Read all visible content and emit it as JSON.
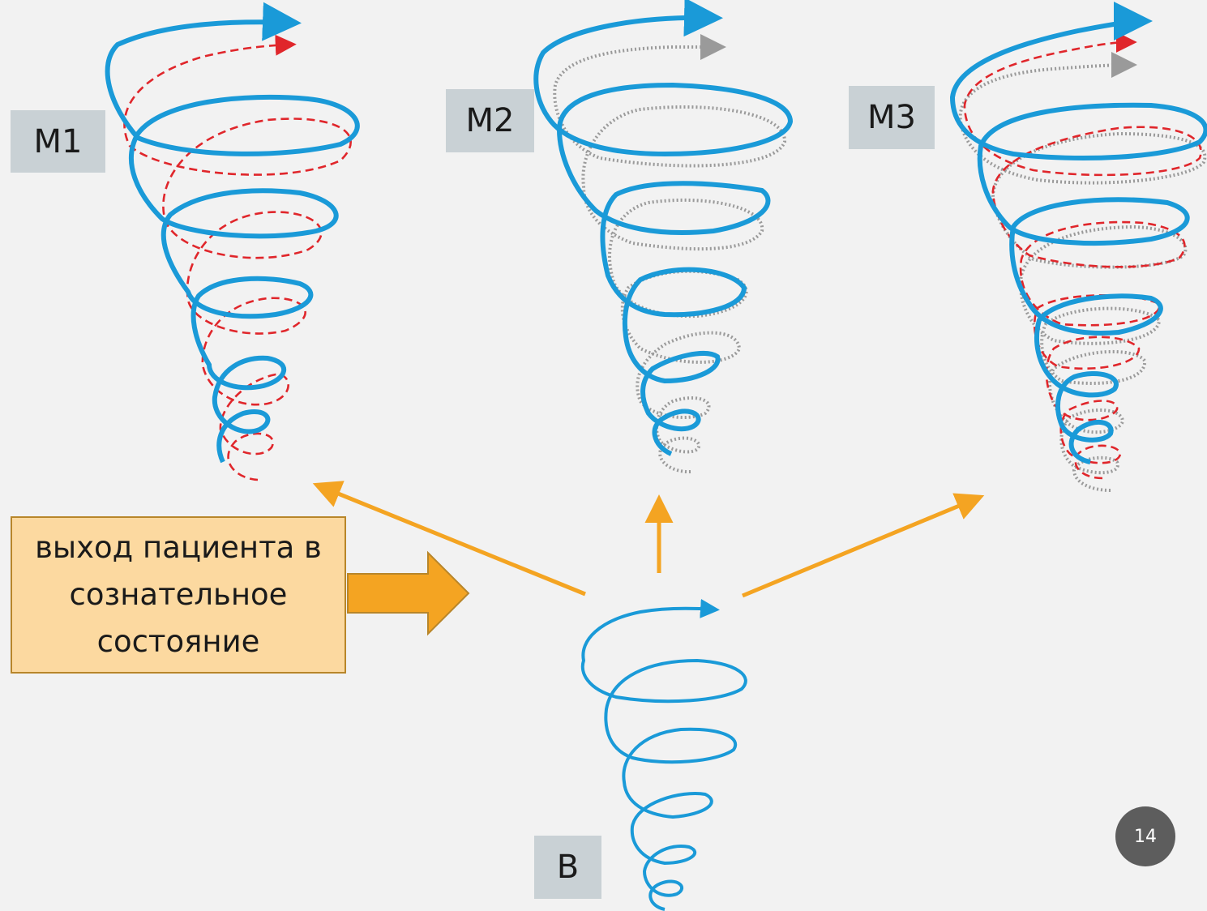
{
  "labels": {
    "m1": "M1",
    "m2": "M2",
    "m3": "M3",
    "b": "B"
  },
  "callout": {
    "text": "выход пациента в сознательное состояние"
  },
  "page_number": "14",
  "colors": {
    "background": "#f2f2f2",
    "spiral_blue": "#1a9ad8",
    "dashed_red": "#e0262b",
    "dotted_gray": "#9a9a9a",
    "arrow_orange": "#f4a422",
    "label_box": "#c9d1d5",
    "callout_fill": "#fcd9a0",
    "page_badge": "#5d5d5d"
  }
}
